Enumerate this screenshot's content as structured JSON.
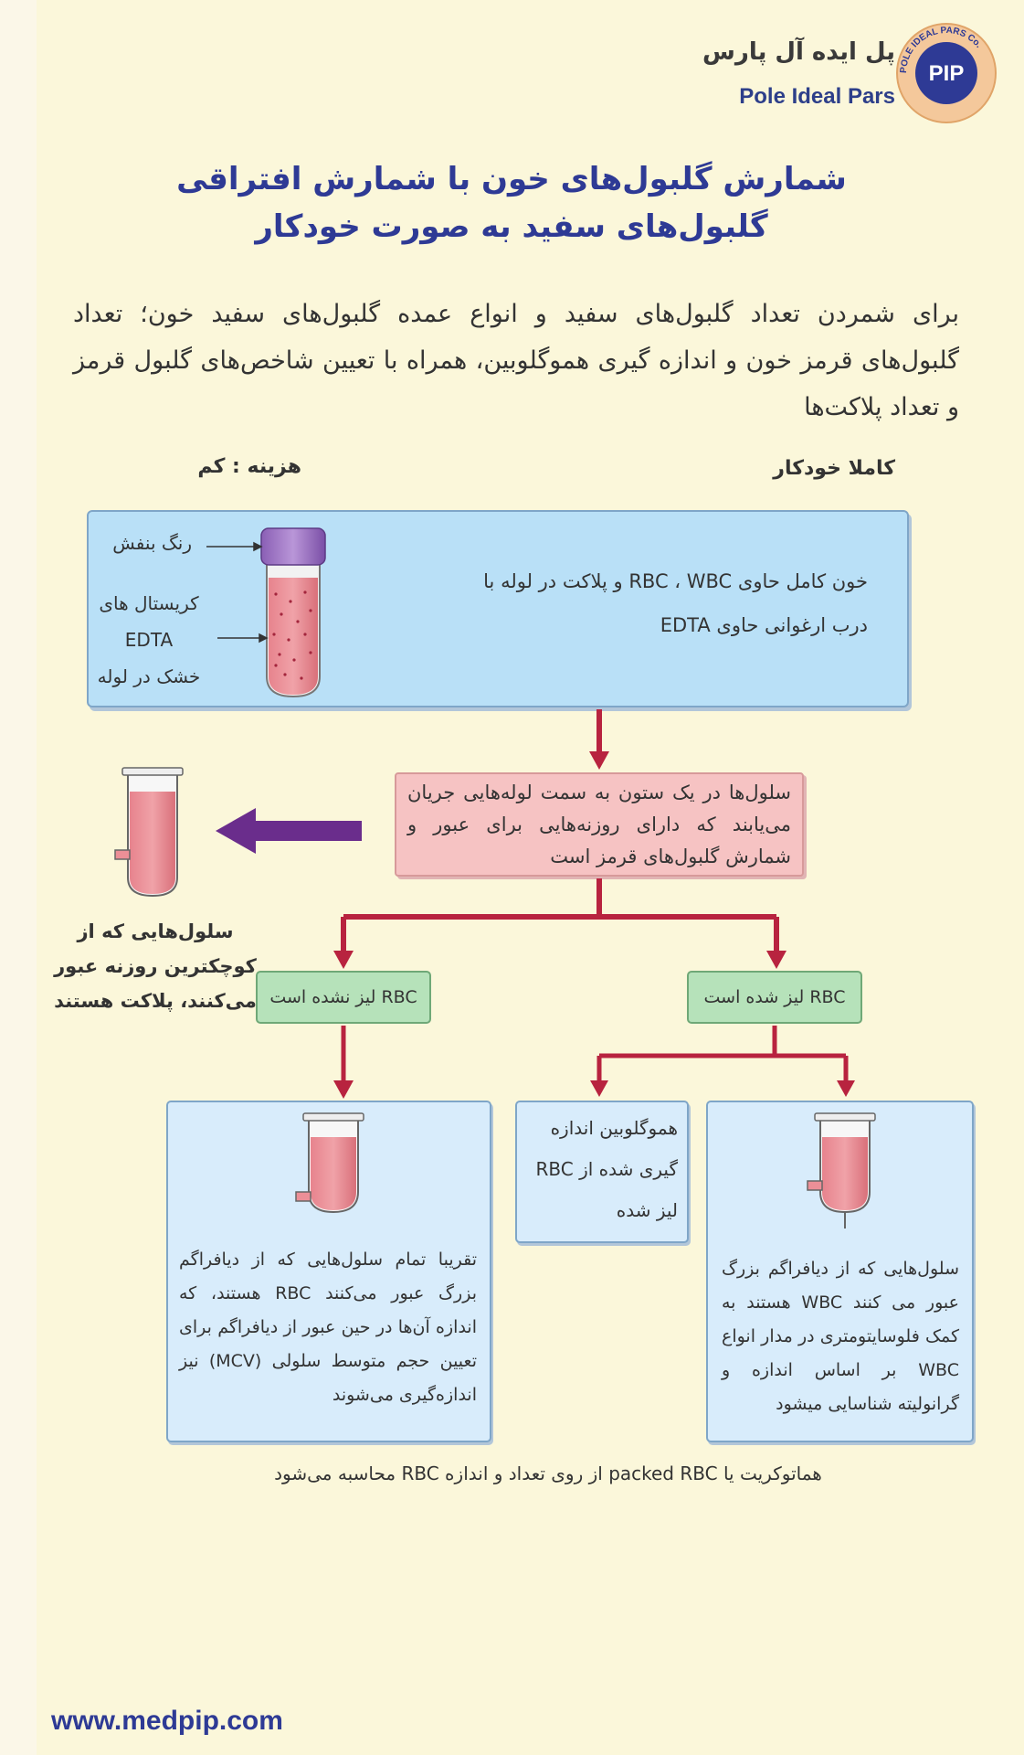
{
  "brand": {
    "name_fa": "پل ایده آل پارس",
    "name_en": "Pole Ideal Pars",
    "logo_text": "PIP",
    "logo_ring_text": "POLE IDEAL PARS Co.",
    "website": "www.medpip.com"
  },
  "title": {
    "line1": "شمارش گلبول‌های خون با شمارش افتراقی",
    "line2": "گلبول‌های سفید به صورت خودکار"
  },
  "intro": "برای شمردن تعداد گلبول‌های سفید و انواع عمده گلبول‌های سفید خون؛ تعداد گلبول‌های قرمز خون و اندازه گیری هموگلوبین، همراه با تعیین شاخص‌های گلبول قرمز و تعداد پلاکت‌ها",
  "labels": {
    "automation": "کاملا خودکار",
    "cost": "هزینه : کم"
  },
  "sample_box": {
    "line1": "خون کامل حاوی RBC ، WBC و پلاکت در لوله با",
    "line2": "درب ارغوانی حاوی EDTA",
    "cap_label": "رنگ بنفش",
    "edta_line1": "کریستال های",
    "edta_line2": "EDTA",
    "edta_line3": "خشک در لوله"
  },
  "flow_box": "سلول‌ها در یک ستون به سمت لوله‌هایی جریان می‌یابند که دارای روزنه‌هایی برای عبور و شمارش گلبول‌های قرمز است",
  "platelet_note": "سلول‌هایی که از کوچکترین روزنه عبور می‌کنند، پلاکت هستند",
  "branches": {
    "lysed": "RBC لیز شده است",
    "unlysed": "RBC لیز نشده است"
  },
  "hb_box": {
    "line1": "هموگلوبین اندازه",
    "line2": "گیری شده از RBC",
    "line3": "لیز شده"
  },
  "wbc_box": "سلول‌هایی که از دیافراگم بزرگ عبور می کنند WBC هستند به کمک فلوسایتومتری در مدار انواع WBC بر اساس اندازه و گرانولیته شناسایی میشود",
  "rbc_box": "تقریبا تمام سلول‌هایی که از دیافراگم بزرگ عبور می‌کنند RBC هستند، که اندازه آن‌ها در حین عبور از دیافراگم برای تعیین حجم متوسط سلولی (MCV) نیز اندازه‌گیری می‌شوند",
  "hematocrit_note": "هماتوکریت یا packed RBC از روی تعداد و اندازه RBC محاسبه می‌شود",
  "colors": {
    "title": "#2e3a95",
    "arrow_red": "#b8233f",
    "arrow_purple": "#6a2d8c",
    "sample_box": "#b9e0f7",
    "flow_box": "#f6c3c3",
    "branch_box": "#b6e2ba",
    "result_box": "#d8ecfb"
  }
}
